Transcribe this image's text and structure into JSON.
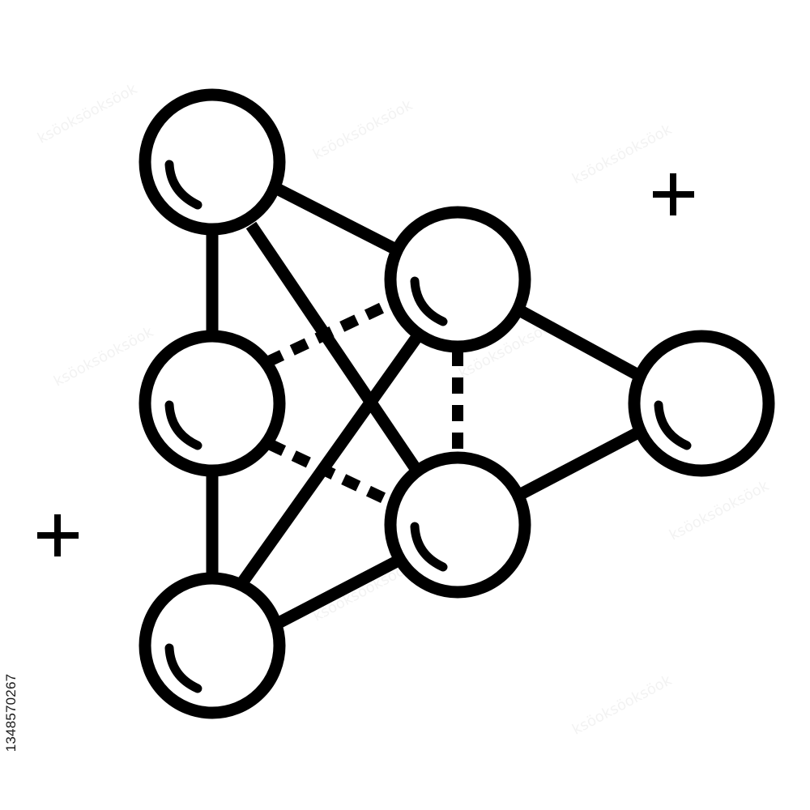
{
  "image": {
    "stock_id": "1348570267",
    "background_color": "#ffffff",
    "stroke_color": "#000000",
    "watermark_text": "ksöoksöoksöok"
  },
  "icon": {
    "name": "neural-network-icon",
    "nodes": [
      {
        "id": "input-node-top",
        "layer": 1
      },
      {
        "id": "input-node-middle",
        "layer": 1
      },
      {
        "id": "input-node-bottom",
        "layer": 1
      },
      {
        "id": "hidden-node-top",
        "layer": 2
      },
      {
        "id": "hidden-node-bottom",
        "layer": 2
      },
      {
        "id": "output-node",
        "layer": 3
      }
    ],
    "connections": [
      {
        "from": "input-node-top",
        "to": "input-node-middle",
        "style": "solid"
      },
      {
        "from": "input-node-middle",
        "to": "input-node-bottom",
        "style": "solid"
      },
      {
        "from": "input-node-top",
        "to": "hidden-node-top",
        "style": "solid"
      },
      {
        "from": "input-node-top",
        "to": "hidden-node-bottom",
        "style": "solid"
      },
      {
        "from": "input-node-bottom",
        "to": "hidden-node-top",
        "style": "solid"
      },
      {
        "from": "input-node-bottom",
        "to": "hidden-node-bottom",
        "style": "solid"
      },
      {
        "from": "input-node-middle",
        "to": "hidden-node-top",
        "style": "dashed"
      },
      {
        "from": "input-node-middle",
        "to": "hidden-node-bottom",
        "style": "dashed"
      },
      {
        "from": "hidden-node-top",
        "to": "hidden-node-bottom",
        "style": "dashed"
      },
      {
        "from": "hidden-node-top",
        "to": "output-node",
        "style": "solid"
      },
      {
        "from": "hidden-node-bottom",
        "to": "output-node",
        "style": "solid"
      }
    ],
    "decorations": [
      {
        "name": "plus-icon-right"
      },
      {
        "name": "plus-icon-left"
      }
    ]
  }
}
